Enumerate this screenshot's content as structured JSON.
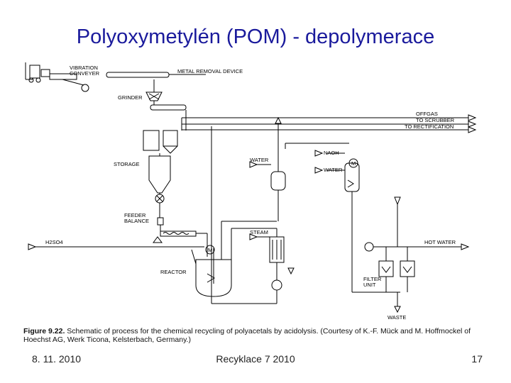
{
  "slide": {
    "title": "Polyoxymetylén (POM) - depolymerace",
    "footer_left": "8. 11. 2010",
    "footer_center": "Recyklace 7 2010",
    "footer_right": "17"
  },
  "diagram": {
    "labels": {
      "vibration_conveyer_1": "VIBRATION",
      "vibration_conveyer_2": "CONVEYER",
      "metal_removal": "METAL REMOVAL DEVICE",
      "grinder": "GRINDER",
      "offgas_1": "OFFGAS",
      "offgas_2": "TO SCRUBBER",
      "to_rectification": "TO RECTIFICATION",
      "storage": "STORAGE",
      "water_1": "WATER",
      "naoh": "NAOH",
      "water_2": "WATER",
      "feeder_1": "FEEDER",
      "feeder_2": "BALANCE",
      "h2so4": "H2SO4",
      "steam": "STEAM",
      "hot_water": "HOT WATER",
      "reactor": "REACTOR",
      "filter_1": "FILTER",
      "filter_2": "UNIT",
      "waste": "WASTE",
      "motor_1": "M",
      "motor_2": "M"
    }
  },
  "caption": {
    "figure_label": "Figure 9.22.",
    "text": "Schematic of process for the chemical recycling of polyacetals by acidolysis. (Courtesy of K.-F. Mück and M. Hoffmockel of Hoechst AG, Werk Ticona, Kelsterbach, Germany.)"
  }
}
